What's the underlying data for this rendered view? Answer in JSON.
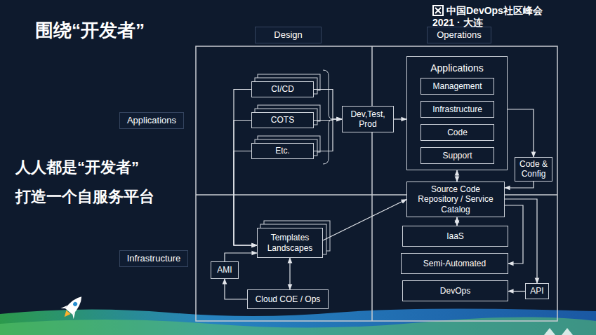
{
  "diagram": {
    "title": "围绕“开发者”",
    "nodes": [
      {
        "text": [
          "Design"
        ]
      },
      {
        "text": [
          "Operations"
        ]
      },
      {
        "text": [
          "Applications"
        ]
      },
      {
        "text": [
          "Infrastructure"
        ]
      },
      {
        "text": [
          "CI/CD"
        ]
      },
      {
        "text": [
          "COTS"
        ]
      },
      {
        "text": [
          "Etc."
        ]
      },
      {
        "text": [
          "Dev,Test, Prod"
        ]
      },
      {
        "text": [
          "Applications"
        ]
      },
      {
        "text": [
          "Management"
        ],
        "in": 8
      },
      {
        "text": [
          "Infrastructure"
        ],
        "in": 8
      },
      {
        "text": [
          "Code"
        ],
        "in": 8
      },
      {
        "text": [
          "Support"
        ],
        "in": 8
      },
      {
        "text": [
          "Code & Config"
        ]
      },
      {
        "text": [
          "Source Code Repository / Service Catalog"
        ]
      },
      {
        "text": [
          "IaaS"
        ]
      },
      {
        "text": [
          "Semi-Automated"
        ]
      },
      {
        "text": [
          "DevOps"
        ]
      },
      {
        "text": [
          "API"
        ]
      },
      {
        "text": [
          "Templates Landscapes"
        ]
      },
      {
        "text": [
          "AMI"
        ]
      },
      {
        "text": [
          "Cloud COE / Ops"
        ]
      }
    ],
    "edges": [
      {
        "from": 4,
        "to": 7,
        "arrow": "to"
      },
      {
        "from": 5,
        "to": 7,
        "arrow": "to"
      },
      {
        "from": 6,
        "to": 7,
        "arrow": "to"
      },
      {
        "from": 7,
        "to": 8,
        "arrow": "to"
      },
      {
        "from": 8,
        "to": 14,
        "arrow": "both"
      },
      {
        "from": 10,
        "to": 13,
        "arrow": "to"
      },
      {
        "from": 13,
        "to": 14,
        "arrow": "to"
      },
      {
        "from": 14,
        "to": 15,
        "arrow": "both"
      },
      {
        "from": 14,
        "to": 16,
        "arrow": "to"
      },
      {
        "from": 14,
        "to": 18,
        "arrow": "to"
      },
      {
        "from": 18,
        "to": 17,
        "arrow": "to"
      },
      {
        "from": 19,
        "to": 14,
        "arrow": "to"
      },
      {
        "from": 4,
        "to": 19,
        "arrow": "to"
      },
      {
        "from": 5,
        "to": 19,
        "arrow": "to"
      },
      {
        "from": 6,
        "to": 19,
        "arrow": "to"
      },
      {
        "from": 20,
        "to": 19,
        "arrow": "to"
      },
      {
        "from": 19,
        "to": 21,
        "arrow": "both"
      },
      {
        "from": 21,
        "to": 20,
        "arrow": "to"
      }
    ],
    "labels": [
      "人人都是“开发者”",
      "打造一个自服务平台",
      "中国DevOps社区峰会",
      "2021 · 大连"
    ]
  }
}
